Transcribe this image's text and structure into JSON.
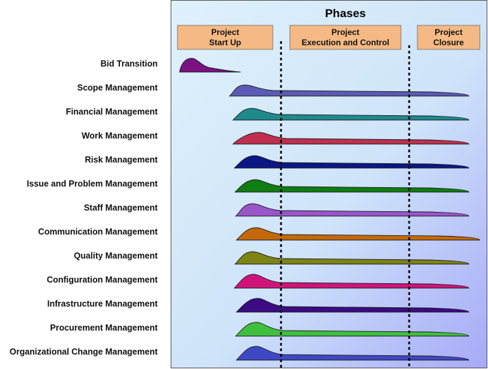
{
  "diagram": {
    "title": "Phases",
    "phases": [
      {
        "lines": [
          "Project",
          "Start Up"
        ]
      },
      {
        "lines": [
          "Project",
          "Execution and Control"
        ]
      },
      {
        "lines": [
          "Project",
          "Closure"
        ]
      }
    ],
    "rows": [
      {
        "label": "Bid Transition",
        "color": "#7a1283"
      },
      {
        "label": "Scope Management",
        "color": "#5b5ab4"
      },
      {
        "label": "Financial Management",
        "color": "#1f8a8d"
      },
      {
        "label": "Work Management",
        "color": "#c0304e"
      },
      {
        "label": "Risk Management",
        "color": "#0b1784"
      },
      {
        "label": "Issue and Problem Management",
        "color": "#0f7d12"
      },
      {
        "label": "Staff Management",
        "color": "#9a55c9"
      },
      {
        "label": "Communication Management",
        "color": "#c4690b"
      },
      {
        "label": "Quality Management",
        "color": "#7e8414"
      },
      {
        "label": "Configuration Management",
        "color": "#d1147a"
      },
      {
        "label": "Infrastructure Management",
        "color": "#3c0b84"
      },
      {
        "label": "Procurement Management",
        "color": "#3fbf3f"
      },
      {
        "label": "Organizational Change Management",
        "color": "#3f48c4"
      }
    ],
    "colors": {
      "panel_gradient_start": "#dff1fb",
      "panel_gradient_end": "#a7a9f7",
      "phase_box_fill": "#f4b984",
      "phase_box_border": "#8a7b6e",
      "divider": "#000000"
    }
  }
}
